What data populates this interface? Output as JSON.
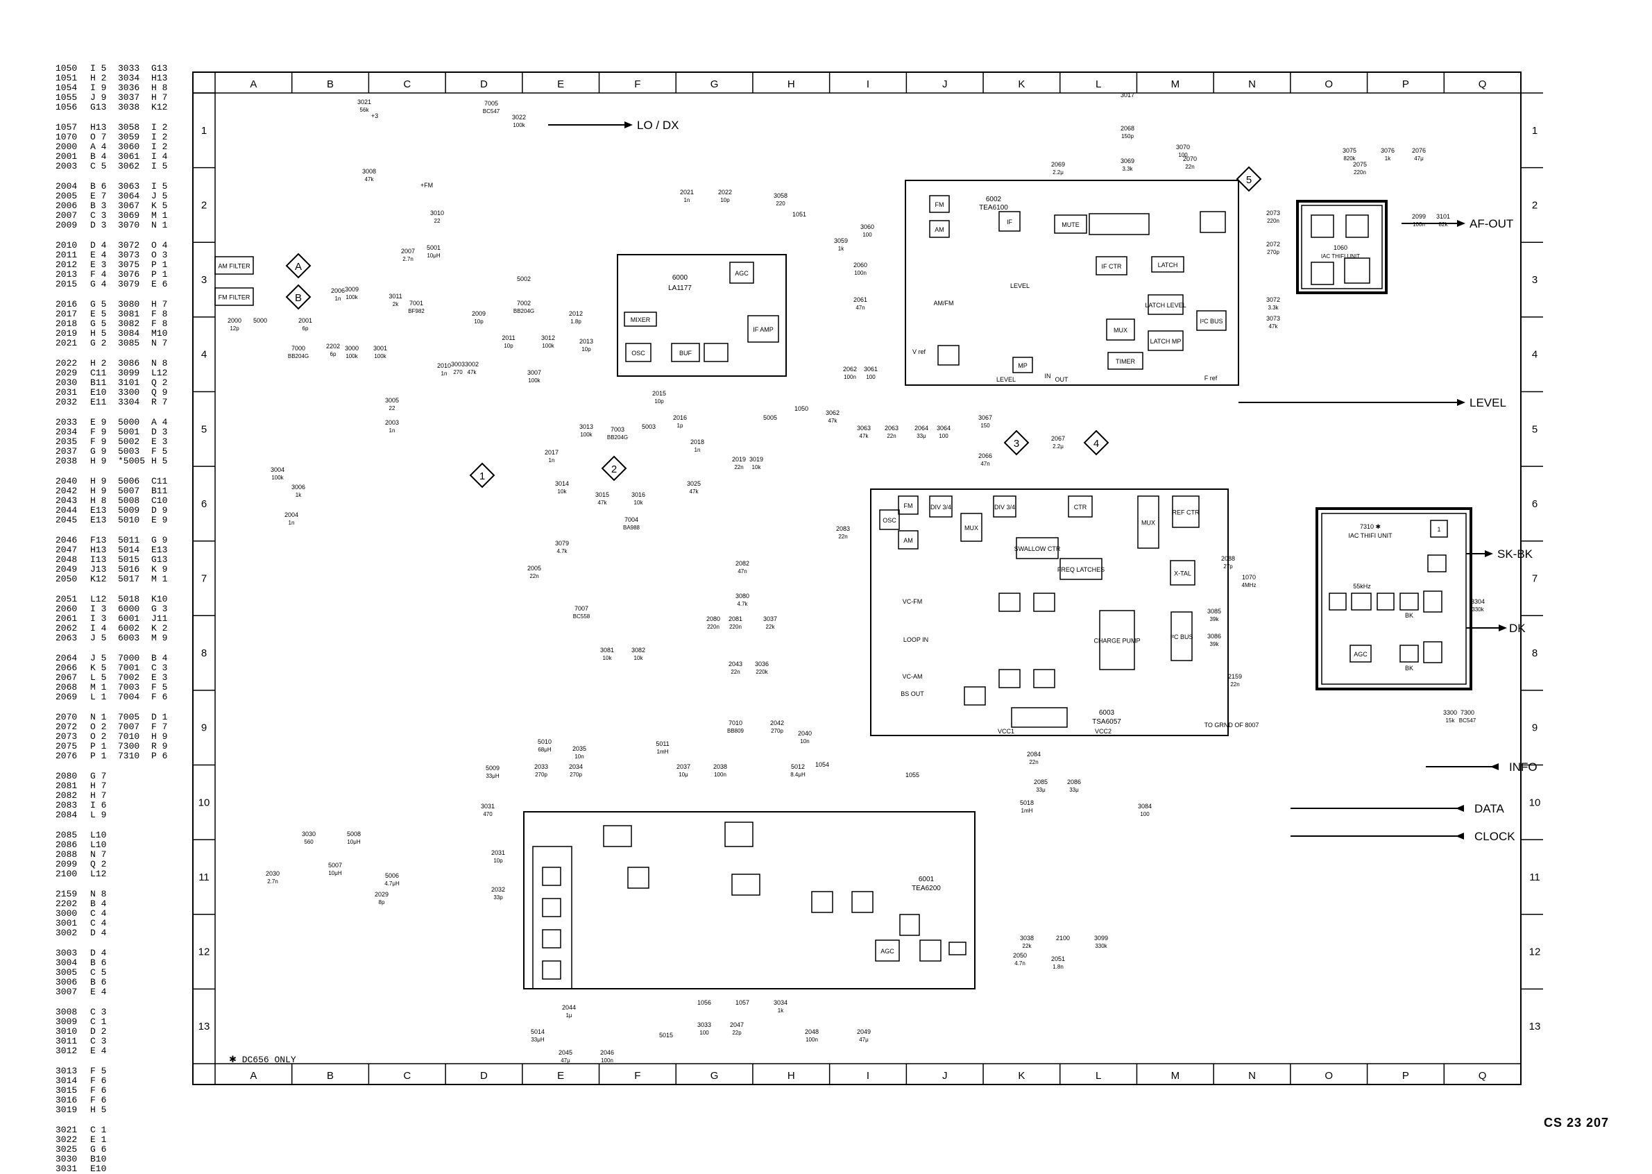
{
  "index_table": [
    [
      [
        "1050",
        "I 5",
        "3033",
        "G13"
      ],
      [
        "1051",
        "H 2",
        "3034",
        "H13"
      ],
      [
        "1054",
        "I 9",
        "3036",
        "H 8"
      ],
      [
        "1055",
        "J 9",
        "3037",
        "H 7"
      ],
      [
        "1056",
        "G13",
        "3038",
        "K12"
      ]
    ],
    [
      [
        "1057",
        "H13",
        "3058",
        "I 2"
      ],
      [
        "1070",
        "O 7",
        "3059",
        "I 2"
      ],
      [
        "2000",
        "A 4",
        "3060",
        "I 2"
      ],
      [
        "2001",
        "B 4",
        "3061",
        "I 4"
      ],
      [
        "2003",
        "C 5",
        "3062",
        "I 5"
      ]
    ],
    [
      [
        "2004",
        "B 6",
        "3063",
        "I 5"
      ],
      [
        "2005",
        "E 7",
        "3064",
        "J 5"
      ],
      [
        "2006",
        "B 3",
        "3067",
        "K 5"
      ],
      [
        "2007",
        "C 3",
        "3069",
        "M 1"
      ],
      [
        "2009",
        "D 3",
        "3070",
        "N 1"
      ]
    ],
    [
      [
        "2010",
        "D 4",
        "3072",
        "O 4"
      ],
      [
        "2011",
        "E 4",
        "3073",
        "O 3"
      ],
      [
        "2012",
        "E 3",
        "3075",
        "P 1"
      ],
      [
        "2013",
        "F 4",
        "3076",
        "P 1"
      ],
      [
        "2015",
        "G 4",
        "3079",
        "E 6"
      ]
    ],
    [
      [
        "2016",
        "G 5",
        "3080",
        "H 7"
      ],
      [
        "2017",
        "E 5",
        "3081",
        "F 8"
      ],
      [
        "2018",
        "G 5",
        "3082",
        "F 8"
      ],
      [
        "2019",
        "H 5",
        "3084",
        "M10"
      ],
      [
        "2021",
        "G 2",
        "3085",
        "N 7"
      ]
    ],
    [
      [
        "2022",
        "H 2",
        "3086",
        "N 8"
      ],
      [
        "2029",
        "C11",
        "3099",
        "L12"
      ],
      [
        "2030",
        "B11",
        "3101",
        "Q 2"
      ],
      [
        "2031",
        "E10",
        "3300",
        "Q 9"
      ],
      [
        "2032",
        "E11",
        "3304",
        "R 7"
      ]
    ],
    [
      [
        "2033",
        "E 9",
        "5000",
        "A 4"
      ],
      [
        "2034",
        "F 9",
        "5001",
        "D 3"
      ],
      [
        "2035",
        "F 9",
        "5002",
        "E 3"
      ],
      [
        "2037",
        "G 9",
        "5003",
        "F 5"
      ],
      [
        "2038",
        "H 9",
        "*5005",
        "H 5"
      ]
    ],
    [
      [
        "2040",
        "H 9",
        "5006",
        "C11"
      ],
      [
        "2042",
        "H 9",
        "5007",
        "B11"
      ],
      [
        "2043",
        "H 8",
        "5008",
        "C10"
      ],
      [
        "2044",
        "E13",
        "5009",
        "D 9"
      ],
      [
        "2045",
        "E13",
        "5010",
        "E 9"
      ]
    ],
    [
      [
        "2046",
        "F13",
        "5011",
        "G 9"
      ],
      [
        "2047",
        "H13",
        "5014",
        "E13"
      ],
      [
        "2048",
        "I13",
        "5015",
        "G13"
      ],
      [
        "2049",
        "J13",
        "5016",
        "K 9"
      ],
      [
        "2050",
        "K12",
        "5017",
        "M 1"
      ]
    ],
    [
      [
        "2051",
        "L12",
        "5018",
        "K10"
      ],
      [
        "2060",
        "I 3",
        "6000",
        "G 3"
      ],
      [
        "2061",
        "I 3",
        "6001",
        "J11"
      ],
      [
        "2062",
        "I 4",
        "6002",
        "K 2"
      ],
      [
        "2063",
        "J 5",
        "6003",
        "M 9"
      ]
    ],
    [
      [
        "2064",
        "J 5",
        "7000",
        "B 4"
      ],
      [
        "2066",
        "K 5",
        "7001",
        "C 3"
      ],
      [
        "2067",
        "L 5",
        "7002",
        "E 3"
      ],
      [
        "2068",
        "M 1",
        "7003",
        "F 5"
      ],
      [
        "2069",
        "L 1",
        "7004",
        "F 6"
      ]
    ],
    [
      [
        "2070",
        "N 1",
        "7005",
        "D 1"
      ],
      [
        "2072",
        "O 2",
        "7007",
        "F 7"
      ],
      [
        "2073",
        "O 2",
        "7010",
        "H 9"
      ],
      [
        "2075",
        "P 1",
        "7300",
        "R 9"
      ],
      [
        "2076",
        "P 1",
        "7310",
        "P 6"
      ]
    ],
    [
      [
        "2080",
        "G 7",
        "",
        ""
      ],
      [
        "2081",
        "H 7",
        "",
        ""
      ],
      [
        "2082",
        "H 7",
        "",
        ""
      ],
      [
        "2083",
        "I 6",
        "",
        ""
      ],
      [
        "2084",
        "L 9",
        "",
        ""
      ]
    ],
    [
      [
        "2085",
        "L10",
        "",
        ""
      ],
      [
        "2086",
        "L10",
        "",
        ""
      ],
      [
        "2088",
        "N 7",
        "",
        ""
      ],
      [
        "2099",
        "Q 2",
        "",
        ""
      ],
      [
        "2100",
        "L12",
        "",
        ""
      ]
    ],
    [
      [
        "2159",
        "N 8",
        "",
        ""
      ],
      [
        "2202",
        "B 4",
        "",
        ""
      ],
      [
        "3000",
        "C 4",
        "",
        ""
      ],
      [
        "3001",
        "C 4",
        "",
        ""
      ],
      [
        "3002",
        "D 4",
        "",
        ""
      ]
    ],
    [
      [
        "3003",
        "D 4",
        "",
        ""
      ],
      [
        "3004",
        "B 6",
        "",
        ""
      ],
      [
        "3005",
        "C 5",
        "",
        ""
      ],
      [
        "3006",
        "B 6",
        "",
        ""
      ],
      [
        "3007",
        "E 4",
        "",
        ""
      ]
    ],
    [
      [
        "3008",
        "C 3",
        "",
        ""
      ],
      [
        "3009",
        "C 1",
        "",
        ""
      ],
      [
        "3010",
        "D 2",
        "",
        ""
      ],
      [
        "3011",
        "C 3",
        "",
        ""
      ],
      [
        "3012",
        "E 4",
        "",
        ""
      ]
    ],
    [
      [
        "3013",
        "F 5",
        "",
        ""
      ],
      [
        "3014",
        "F 6",
        "",
        ""
      ],
      [
        "3015",
        "F 6",
        "",
        ""
      ],
      [
        "3016",
        "F 6",
        "",
        ""
      ],
      [
        "3019",
        "H 5",
        "",
        ""
      ]
    ],
    [
      [
        "3021",
        "C 1",
        "",
        ""
      ],
      [
        "3022",
        "E 1",
        "",
        ""
      ],
      [
        "3025",
        "G 6",
        "",
        ""
      ],
      [
        "3030",
        "B10",
        "",
        ""
      ],
      [
        "3031",
        "E10",
        "",
        ""
      ]
    ]
  ],
  "grid": {
    "columns": [
      "A",
      "B",
      "C",
      "D",
      "E",
      "F",
      "G",
      "H",
      "I",
      "J",
      "K",
      "L",
      "M",
      "N",
      "O",
      "P",
      "Q"
    ],
    "rows": [
      "1",
      "2",
      "3",
      "4",
      "5",
      "6",
      "7",
      "8",
      "9",
      "10",
      "11",
      "12",
      "13"
    ]
  },
  "blocks": {
    "ic6000": {
      "ref": "6000",
      "part": "LA1177",
      "labels": [
        "AGC",
        "IF AMP",
        "MIXER",
        "OSC",
        "BUF"
      ]
    },
    "ic6002": {
      "ref": "6002",
      "part": "TEA6100",
      "labels": [
        "FM",
        "AM",
        "IF",
        "MUTE",
        "IF CTR",
        "LATCH",
        "LEVEL",
        "AM/FM",
        "V ref",
        "MUX",
        "LATCH LEVEL",
        "LATCH MP",
        "I²C BUS",
        "TIMER",
        "MP",
        "IN",
        "OUT",
        "LEVEL",
        "F ref"
      ]
    },
    "ic6003": {
      "ref": "6003",
      "part": "TSA6057",
      "labels": [
        "DIV 3/4",
        "DIV 3/4",
        "MUX",
        "CTR",
        "REF CTR",
        "SWALLOW CTR",
        "FREQ LATCHES",
        "MUX",
        "X-TAL",
        "CHARGE PUMP",
        "I²C BUS",
        "OSC",
        "FM",
        "AM",
        "VC-FM",
        "LOOP IN",
        "VC-AM",
        "BS OUT",
        "VCC1",
        "VCC2"
      ]
    },
    "ic6001": {
      "ref": "6001",
      "part": "TEA6200"
    },
    "u1060": {
      "ref": "1060",
      "part": "IAC THIFI UNIT"
    },
    "u7310": {
      "ref": "7310 ✱",
      "part": "IAC THIFI UNIT",
      "labels": [
        "55kHz",
        "AGC",
        "BK",
        "BK",
        "1"
      ]
    }
  },
  "signals": {
    "lo_dx": "LO / DX",
    "af_out": "AF-OUT",
    "level": "LEVEL",
    "sk_bk": "SK-BK",
    "dk": "DK",
    "info": "INFO",
    "data": "DATA",
    "clock": "CLOCK",
    "am_filter": "AM FILTER",
    "fm_filter": "FM FILTER"
  },
  "parts": [
    {
      "ref": "3021",
      "val": "56k"
    },
    {
      "ref": "7005",
      "val": "BC547"
    },
    {
      "ref": "3022",
      "val": "100k"
    },
    {
      "ref": "3008",
      "val": "47k"
    },
    {
      "ref": "3010",
      "val": "22"
    },
    {
      "ref": "5001",
      "val": "10μH"
    },
    {
      "ref": "2007",
      "val": "2.7n"
    },
    {
      "ref": "2006",
      "val": "1n"
    },
    {
      "ref": "3009",
      "val": "100k"
    },
    {
      "ref": "3011",
      "val": "2k"
    },
    {
      "ref": "7001",
      "val": "BF982"
    },
    {
      "ref": "2000",
      "val": "12p"
    },
    {
      "ref": "5000",
      "val": ""
    },
    {
      "ref": "2001",
      "val": "6p"
    },
    {
      "ref": "7000",
      "val": "BB204G"
    },
    {
      "ref": "2202",
      "val": "6p"
    },
    {
      "ref": "3000",
      "val": "100k"
    },
    {
      "ref": "3001",
      "val": "100k"
    },
    {
      "ref": "2010",
      "val": "1n"
    },
    {
      "ref": "3003",
      "val": "270"
    },
    {
      "ref": "3002",
      "val": "47k"
    },
    {
      "ref": "3005",
      "val": "22"
    },
    {
      "ref": "2003",
      "val": "1n"
    },
    {
      "ref": "2009",
      "val": "10p"
    },
    {
      "ref": "7002",
      "val": "BB204G"
    },
    {
      "ref": "5002",
      "val": ""
    },
    {
      "ref": "2011",
      "val": "10p"
    },
    {
      "ref": "3012",
      "val": "100k"
    },
    {
      "ref": "2012",
      "val": "1.8p"
    },
    {
      "ref": "2013",
      "val": "10p"
    },
    {
      "ref": "3007",
      "val": "100k"
    },
    {
      "ref": "2021",
      "val": "1n"
    },
    {
      "ref": "2022",
      "val": "10p"
    },
    {
      "ref": "3058",
      "val": "220"
    },
    {
      "ref": "1051",
      "val": ""
    },
    {
      "ref": "3059",
      "val": "1k"
    },
    {
      "ref": "3060",
      "val": "100"
    },
    {
      "ref": "2060",
      "val": "100n"
    },
    {
      "ref": "2061",
      "val": "47n"
    },
    {
      "ref": "2062",
      "val": "100n"
    },
    {
      "ref": "3061",
      "val": "100"
    },
    {
      "ref": "3062",
      "val": "47k"
    },
    {
      "ref": "3063",
      "val": "47k"
    },
    {
      "ref": "2063",
      "val": "22n"
    },
    {
      "ref": "2064",
      "val": "33μ"
    },
    {
      "ref": "3064",
      "val": "100"
    },
    {
      "ref": "3067",
      "val": "150"
    },
    {
      "ref": "2066",
      "val": "47n"
    },
    {
      "ref": "2067",
      "val": "2.2μ"
    },
    {
      "ref": "2069",
      "val": "2.2μ"
    },
    {
      "ref": "3017",
      "val": ""
    },
    {
      "ref": "2068",
      "val": "150p"
    },
    {
      "ref": "3069",
      "val": "3.3k"
    },
    {
      "ref": "3070",
      "val": "100"
    },
    {
      "ref": "2070",
      "val": "22n"
    },
    {
      "ref": "2073",
      "val": "220n"
    },
    {
      "ref": "2072",
      "val": "270p"
    },
    {
      "ref": "3072",
      "val": "3.3k"
    },
    {
      "ref": "3073",
      "val": "47k"
    },
    {
      "ref": "3075",
      "val": "820k"
    },
    {
      "ref": "2075",
      "val": "220n"
    },
    {
      "ref": "3076",
      "val": "1k"
    },
    {
      "ref": "2076",
      "val": "47μ"
    },
    {
      "ref": "2099",
      "val": "100n"
    },
    {
      "ref": "3101",
      "val": "82k"
    },
    {
      "ref": "2015",
      "val": "10p"
    },
    {
      "ref": "2016",
      "val": "1p"
    },
    {
      "ref": "5003",
      "val": ""
    },
    {
      "ref": "7003",
      "val": "BB204G"
    },
    {
      "ref": "3013",
      "val": "100k"
    },
    {
      "ref": "2017",
      "val": "1n"
    },
    {
      "ref": "2018",
      "val": "1n"
    },
    {
      "ref": "2019",
      "val": "22n"
    },
    {
      "ref": "3019",
      "val": "10k"
    },
    {
      "ref": "5005",
      "val": ""
    },
    {
      "ref": "1050",
      "val": ""
    },
    {
      "ref": "3025",
      "val": "47k"
    },
    {
      "ref": "3004",
      "val": "100k"
    },
    {
      "ref": "3006",
      "val": "1k"
    },
    {
      "ref": "2004",
      "val": "1n"
    },
    {
      "ref": "3014",
      "val": "10k"
    },
    {
      "ref": "3015",
      "val": "47k"
    },
    {
      "ref": "3016",
      "val": "10k"
    },
    {
      "ref": "7004",
      "val": "BA988"
    },
    {
      "ref": "3079",
      "val": "4.7k"
    },
    {
      "ref": "2005",
      "val": "22n"
    },
    {
      "ref": "2083",
      "val": "22n"
    },
    {
      "ref": "2082",
      "val": "47n"
    },
    {
      "ref": "3080",
      "val": "4.7k"
    },
    {
      "ref": "2080",
      "val": "220n"
    },
    {
      "ref": "2081",
      "val": "220n"
    },
    {
      "ref": "3037",
      "val": "22k"
    },
    {
      "ref": "7007",
      "val": "BC558"
    },
    {
      "ref": "3081",
      "val": "10k"
    },
    {
      "ref": "3082",
      "val": "10k"
    },
    {
      "ref": "2043",
      "val": "22n"
    },
    {
      "ref": "3036",
      "val": "220k"
    },
    {
      "ref": "7010",
      "val": "BB809"
    },
    {
      "ref": "2042",
      "val": "270p"
    },
    {
      "ref": "2040",
      "val": "10n"
    },
    {
      "ref": "2088",
      "val": "27p"
    },
    {
      "ref": "1070",
      "val": "4MHz"
    },
    {
      "ref": "3085",
      "val": "39k"
    },
    {
      "ref": "3086",
      "val": "39k"
    },
    {
      "ref": "2159",
      "val": "22n"
    },
    {
      "ref": "2084",
      "val": "22n"
    },
    {
      "ref": "2085",
      "val": "33μ"
    },
    {
      "ref": "2086",
      "val": "33μ"
    },
    {
      "ref": "5018",
      "val": "1mH"
    },
    {
      "ref": "3084",
      "val": "100"
    },
    {
      "ref": "5010",
      "val": "68μH"
    },
    {
      "ref": "2035",
      "val": "10n"
    },
    {
      "ref": "2033",
      "val": "270p"
    },
    {
      "ref": "2034",
      "val": "270p"
    },
    {
      "ref": "5011",
      "val": "1mH"
    },
    {
      "ref": "2037",
      "val": "10μ"
    },
    {
      "ref": "2038",
      "val": "100n"
    },
    {
      "ref": "5012",
      "val": "8.4μH"
    },
    {
      "ref": "1054",
      "val": ""
    },
    {
      "ref": "1055",
      "val": ""
    },
    {
      "ref": "5009",
      "val": "33μH"
    },
    {
      "ref": "3031",
      "val": "470"
    },
    {
      "ref": "2031",
      "val": "10p"
    },
    {
      "ref": "2032",
      "val": "33p"
    },
    {
      "ref": "3030",
      "val": "560"
    },
    {
      "ref": "5008",
      "val": "10μH"
    },
    {
      "ref": "5007",
      "val": "10μH"
    },
    {
      "ref": "5006",
      "val": "4.7μH"
    },
    {
      "ref": "2030",
      "val": "2.7n"
    },
    {
      "ref": "2029",
      "val": "8p"
    },
    {
      "ref": "2044",
      "val": "1μ"
    },
    {
      "ref": "2045",
      "val": "47μ"
    },
    {
      "ref": "5014",
      "val": "33μH"
    },
    {
      "ref": "2046",
      "val": "100n"
    },
    {
      "ref": "5015",
      "val": ""
    },
    {
      "ref": "1056",
      "val": ""
    },
    {
      "ref": "3033",
      "val": "100"
    },
    {
      "ref": "1057",
      "val": ""
    },
    {
      "ref": "2047",
      "val": "22p"
    },
    {
      "ref": "3034",
      "val": "1k"
    },
    {
      "ref": "2048",
      "val": "100n"
    },
    {
      "ref": "2049",
      "val": "47μ"
    },
    {
      "ref": "3038",
      "val": "22k"
    },
    {
      "ref": "2100",
      "val": ""
    },
    {
      "ref": "3099",
      "val": "330k"
    },
    {
      "ref": "2050",
      "val": "4.7n"
    },
    {
      "ref": "2051",
      "val": "1.8n"
    },
    {
      "ref": "3300",
      "val": "15k"
    },
    {
      "ref": "7300",
      "val": "BC547"
    },
    {
      "ref": "3304",
      "val": "330k"
    }
  ],
  "markers": [
    "A",
    "B",
    "1",
    "2",
    "3",
    "4",
    "5"
  ],
  "supply_labels": {
    "plus3": "+3",
    "plus_fm": "+FM",
    "to_gnd": "TO GRND OF 8007"
  },
  "footnote": "✱ DC656 ONLY",
  "stamp": "CS 23 207"
}
